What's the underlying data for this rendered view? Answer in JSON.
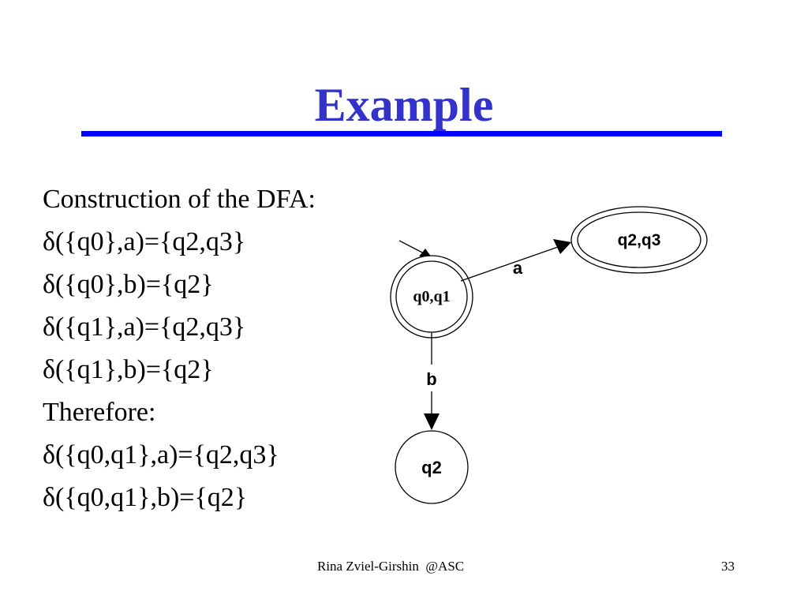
{
  "slide": {
    "title": "Example",
    "title_color": "#3333cc",
    "rule_color": "#0000ff",
    "lines": [
      "Construction of the DFA:",
      "δ({q0},a)={q2,q3}",
      "δ({q0},b)={q2}",
      "δ({q1},a)={q2,q3}",
      "δ({q1},b)={q2}",
      "Therefore:",
      "δ({q0,q1},a)={q2,q3}",
      "δ({q0,q1},b)={q2}"
    ]
  },
  "diagram": {
    "states": {
      "start": {
        "label": "q0,q1",
        "accepting": true,
        "initial": true
      },
      "accept": {
        "label": "q2,q3",
        "accepting": true
      },
      "dead": {
        "label": "q2",
        "accepting": false
      }
    },
    "transitions": {
      "a": {
        "from": "q0,q1",
        "to": "q2,q3",
        "label": "a"
      },
      "b": {
        "from": "q0,q1",
        "to": "q2",
        "label": "b"
      }
    }
  },
  "footer": {
    "author": "Rina Zviel-Girshin  @ASC",
    "page": "33"
  }
}
